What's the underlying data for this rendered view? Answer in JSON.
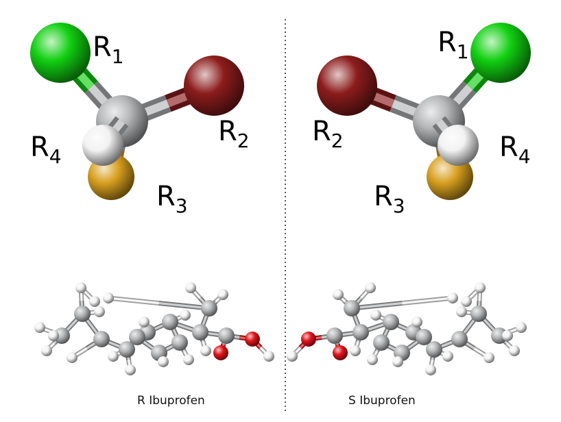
{
  "colors": {
    "carbon": "#b4b6b8",
    "hydrogen": "#f2f2f2",
    "oxygen": "#e0141c",
    "green": "#12d012",
    "darkred": "#8c1c1c",
    "gold": "#d8a020",
    "divider": "#555555"
  },
  "left": {
    "labels": [
      {
        "base": "R",
        "sub": "1"
      },
      {
        "base": "R",
        "sub": "2"
      },
      {
        "base": "R",
        "sub": "3"
      },
      {
        "base": "R",
        "sub": "4"
      }
    ],
    "caption": "R Ibuprofen"
  },
  "right": {
    "labels": [
      {
        "base": "R",
        "sub": "1"
      },
      {
        "base": "R",
        "sub": "2"
      },
      {
        "base": "R",
        "sub": "3"
      },
      {
        "base": "R",
        "sub": "4"
      }
    ],
    "caption": "S Ibuprofen"
  }
}
